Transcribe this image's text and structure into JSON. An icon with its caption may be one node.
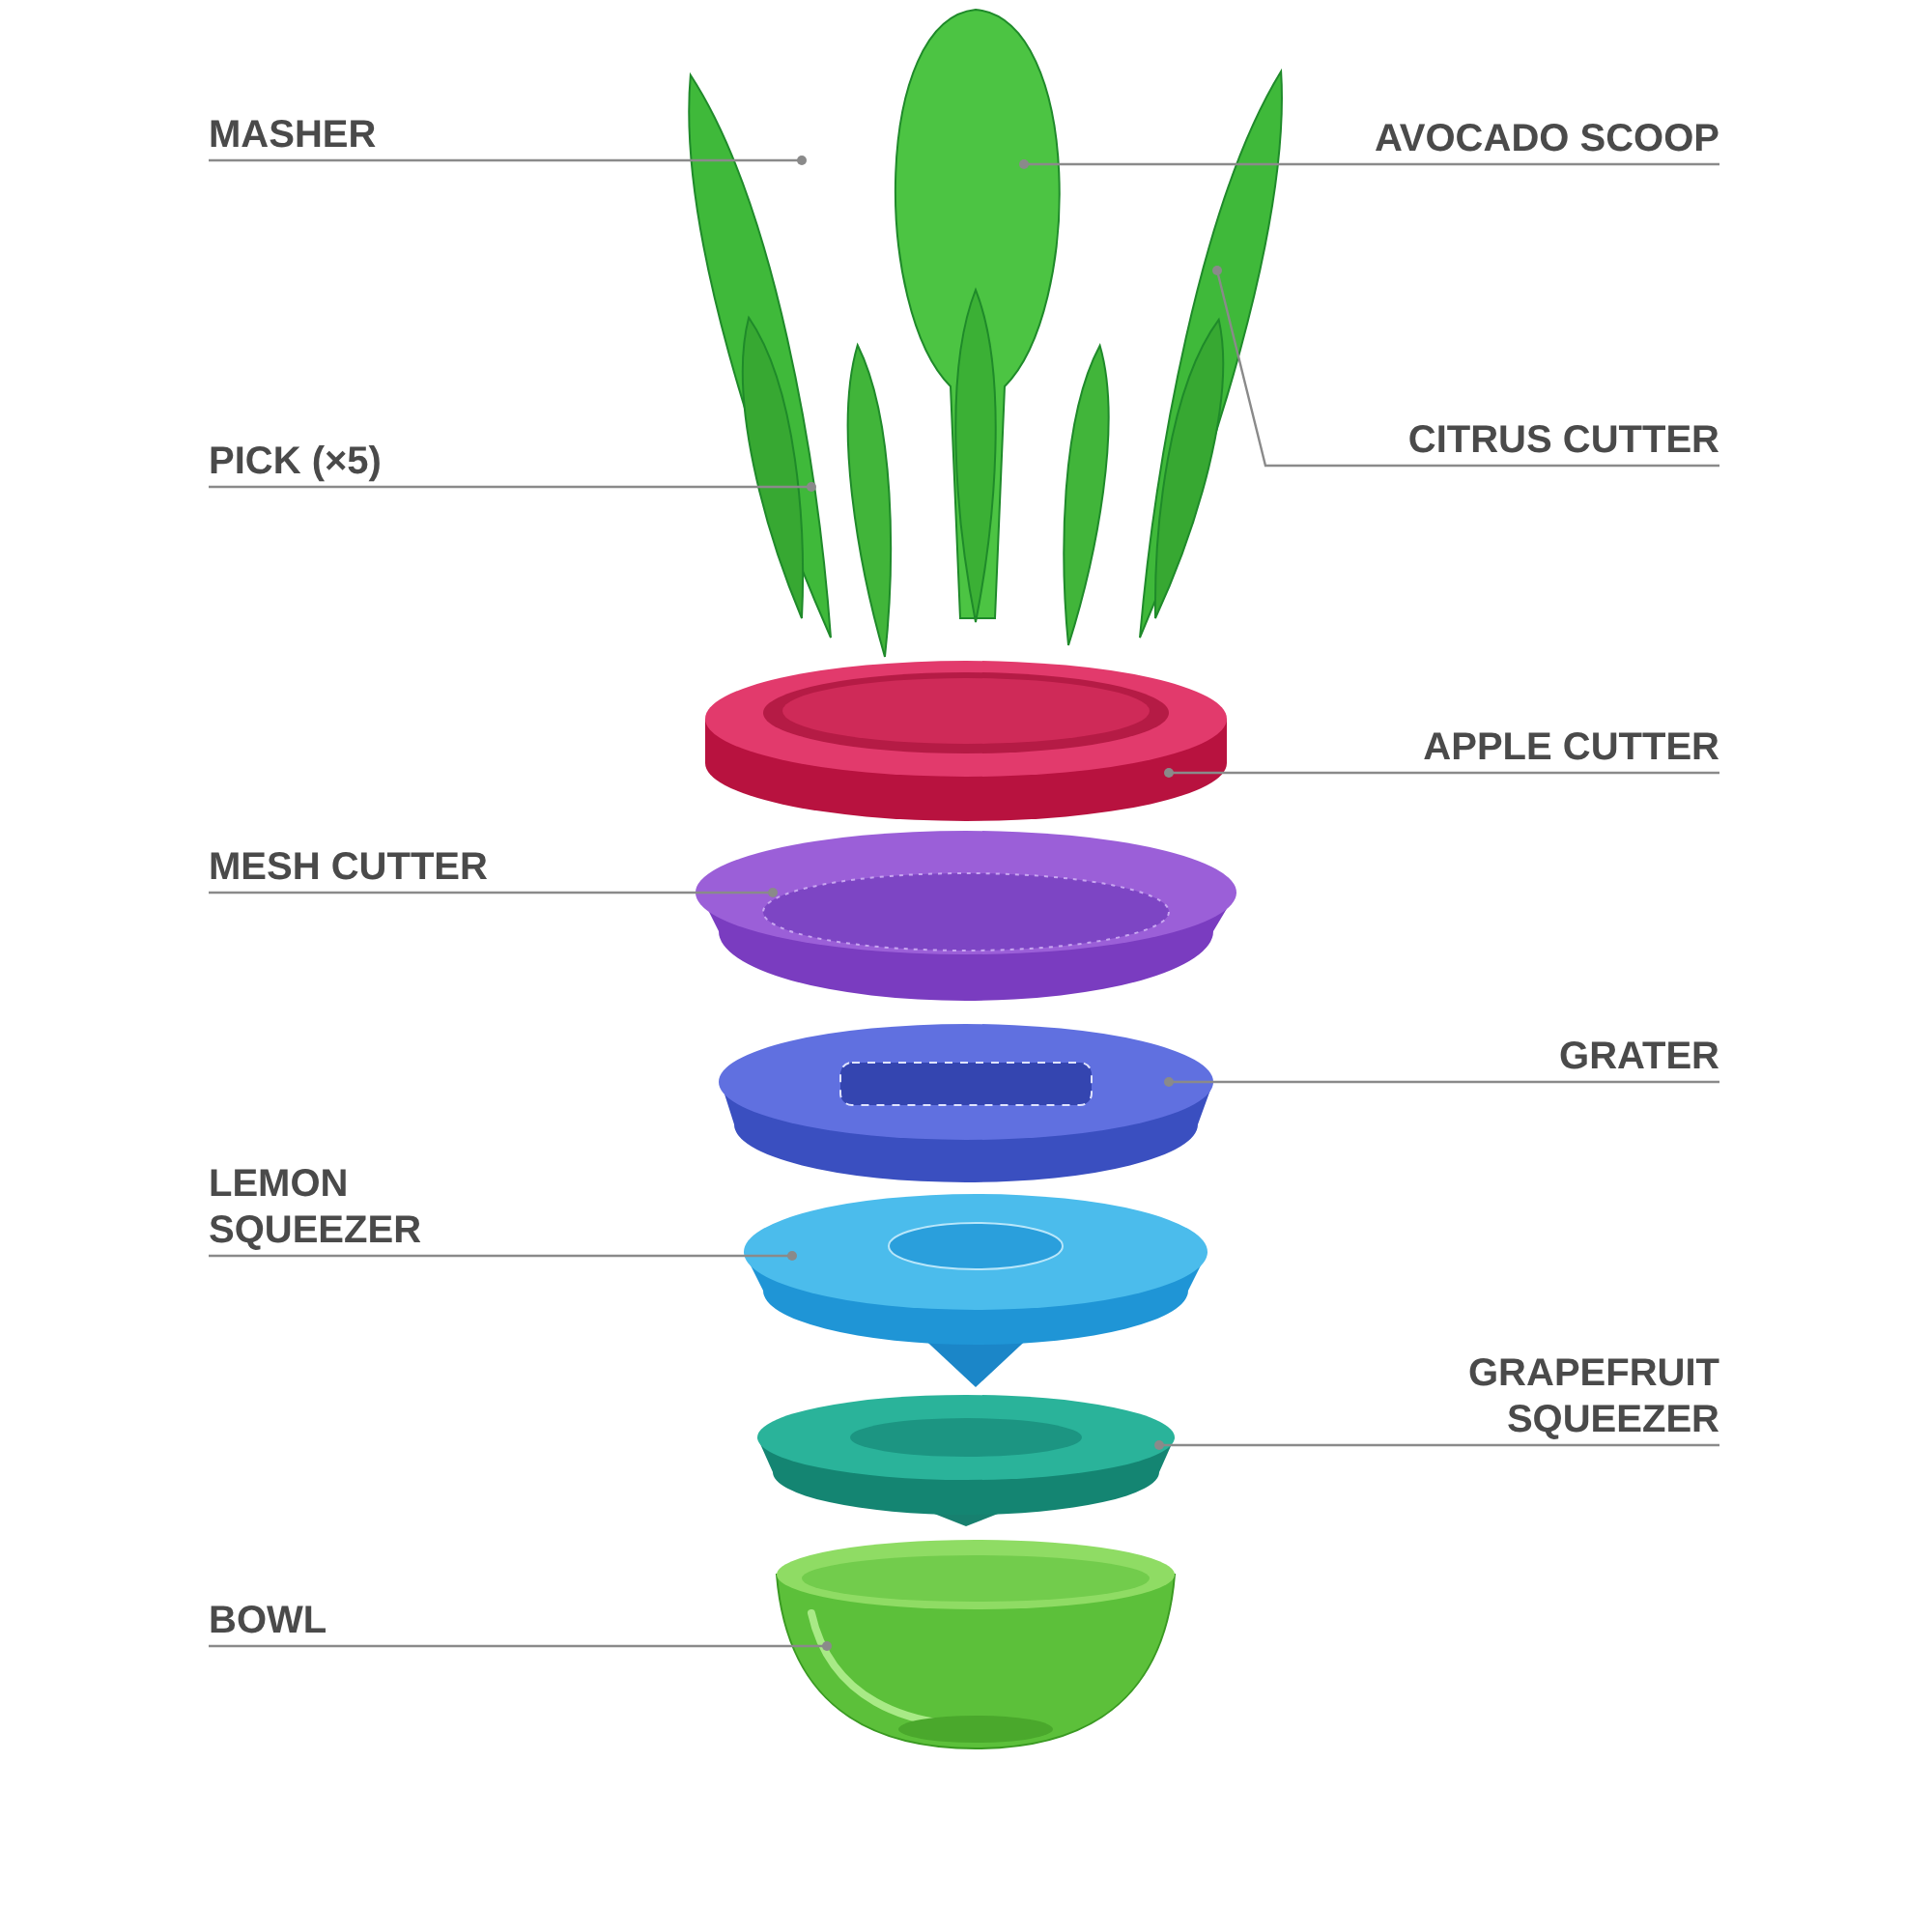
{
  "diagram": {
    "nodes": [
      {
        "text": [
          "MASHER"
        ]
      },
      {
        "text": [
          "AVOCADO SCOOP"
        ]
      },
      {
        "text": [
          "CITRUS CUTTER"
        ]
      },
      {
        "text": [
          "PICK (×5)"
        ]
      },
      {
        "text": [
          "APPLE CUTTER"
        ]
      },
      {
        "text": [
          "MESH CUTTER"
        ]
      },
      {
        "text": [
          "GRATER"
        ]
      },
      {
        "text": [
          "LEMON SQUEEZER"
        ]
      },
      {
        "text": [
          "GRAPEFRUIT SQUEEZER"
        ]
      },
      {
        "text": [
          "BOWL"
        ]
      },
      {
        "text": [],
        "shape": "picture"
      },
      {
        "text": [],
        "shape": "picture"
      },
      {
        "text": [],
        "shape": "picture"
      },
      {
        "text": [],
        "shape": "picture"
      },
      {
        "text": [],
        "shape": "picture"
      },
      {
        "text": [],
        "shape": "picture"
      },
      {
        "text": [],
        "shape": "picture"
      },
      {
        "text": [],
        "shape": "picture"
      },
      {
        "text": [],
        "shape": "picture"
      },
      {
        "text": [],
        "shape": "picture"
      }
    ],
    "edges": [
      {
        "from": 0,
        "to": 10,
        "arrow": "other"
      },
      {
        "from": 1,
        "to": 11,
        "arrow": "other"
      },
      {
        "from": 2,
        "to": 12,
        "arrow": "other"
      },
      {
        "from": 3,
        "to": 13,
        "arrow": "other"
      },
      {
        "from": 4,
        "to": 14,
        "arrow": "other"
      },
      {
        "from": 5,
        "to": 15,
        "arrow": "other"
      },
      {
        "from": 6,
        "to": 16,
        "arrow": "other"
      },
      {
        "from": 7,
        "to": 17,
        "arrow": "other"
      },
      {
        "from": 8,
        "to": 18,
        "arrow": "other"
      },
      {
        "from": 9,
        "to": 19,
        "arrow": "other"
      }
    ]
  }
}
